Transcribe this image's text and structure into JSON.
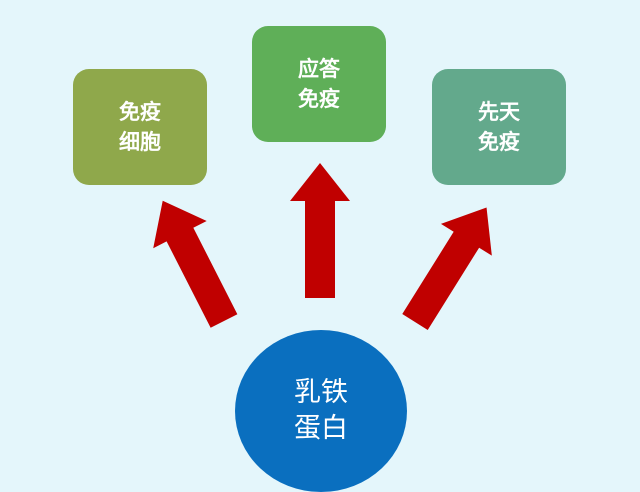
{
  "boxes": [
    {
      "line1": "免疫",
      "line2": "细胞",
      "color": "#8fa84b"
    },
    {
      "line1": "应答",
      "line2": "免疫",
      "color": "#5faf58"
    },
    {
      "line1": "先天",
      "line2": "免疫",
      "color": "#63a98c"
    }
  ],
  "center": {
    "line1": "乳铁",
    "line2": "蛋白",
    "color": "#0a6fbf"
  },
  "arrow_color": "#c00000"
}
